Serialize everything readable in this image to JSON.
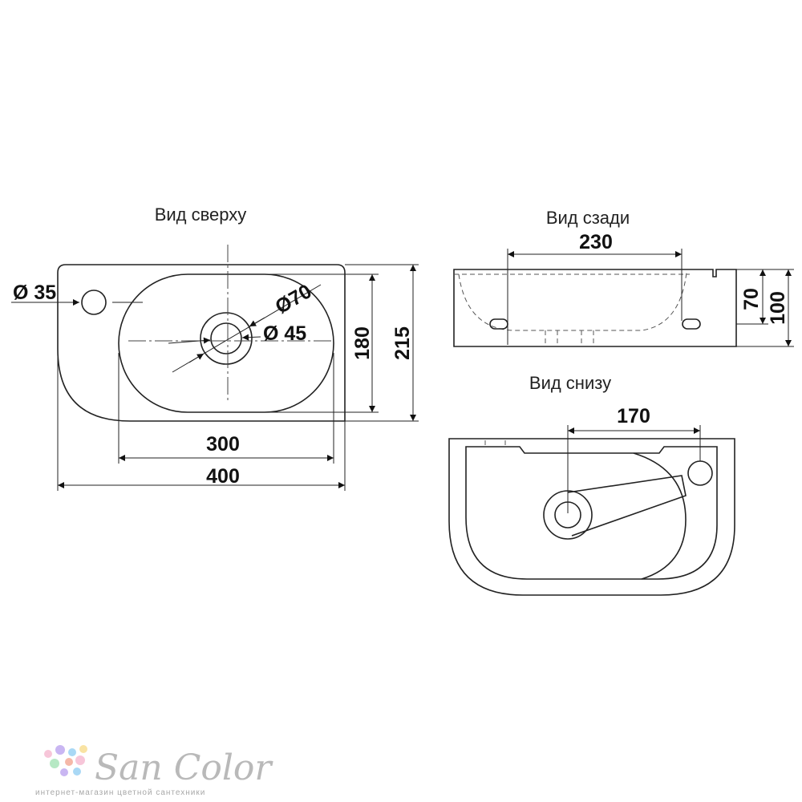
{
  "views": {
    "top": {
      "title": "Вид сверху"
    },
    "back": {
      "title": "Вид сзади"
    },
    "bottom": {
      "title": "Вид снизу"
    }
  },
  "dimensions": {
    "tap_hole": "Ø 35",
    "outlet_outer": "Ø70",
    "outlet_inner": "Ø 45",
    "bowl_width": "300",
    "overall_width": "400",
    "bowl_depth": "180",
    "overall_depth": "215",
    "back_width": "230",
    "back_bowl_height": "70",
    "back_total_height": "100",
    "bottom_offset": "170"
  },
  "brand": {
    "name": "San Color",
    "tagline": "интернет-магазин цветной сантехники",
    "dot_colors": [
      "#f7c6d9",
      "#c9b6f2",
      "#a9d8f5",
      "#f9e3a3",
      "#b6e8c4",
      "#f5b8a8"
    ]
  }
}
